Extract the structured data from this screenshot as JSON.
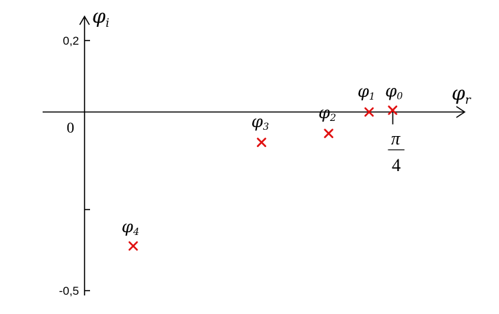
{
  "chart_data": {
    "type": "scatter",
    "axis_x_symbol": "φ",
    "axis_x_subscript": "r",
    "axis_y_symbol": "φ",
    "axis_y_subscript": "i",
    "y_ticks": [
      {
        "value": 0.2,
        "label": "0,2"
      },
      {
        "value": 0,
        "label": "0"
      },
      {
        "value": -0.5,
        "label": "-0,5"
      }
    ],
    "x_marker": {
      "value": 0.7854,
      "numerator": "π",
      "denominator": "4"
    },
    "points": [
      {
        "symbol": "φ",
        "subscript": "0",
        "x": 0.785,
        "y": 0.005
      },
      {
        "symbol": "φ",
        "subscript": "1",
        "x": 0.725,
        "y": 0.0
      },
      {
        "symbol": "φ",
        "subscript": "2",
        "x": 0.622,
        "y": -0.06
      },
      {
        "symbol": "φ",
        "subscript": "3",
        "x": 0.451,
        "y": -0.085
      },
      {
        "symbol": "φ",
        "subscript": "4",
        "x": 0.124,
        "y": -0.375
      }
    ],
    "marker_color": "#e01010",
    "axis_color": "#000000"
  }
}
